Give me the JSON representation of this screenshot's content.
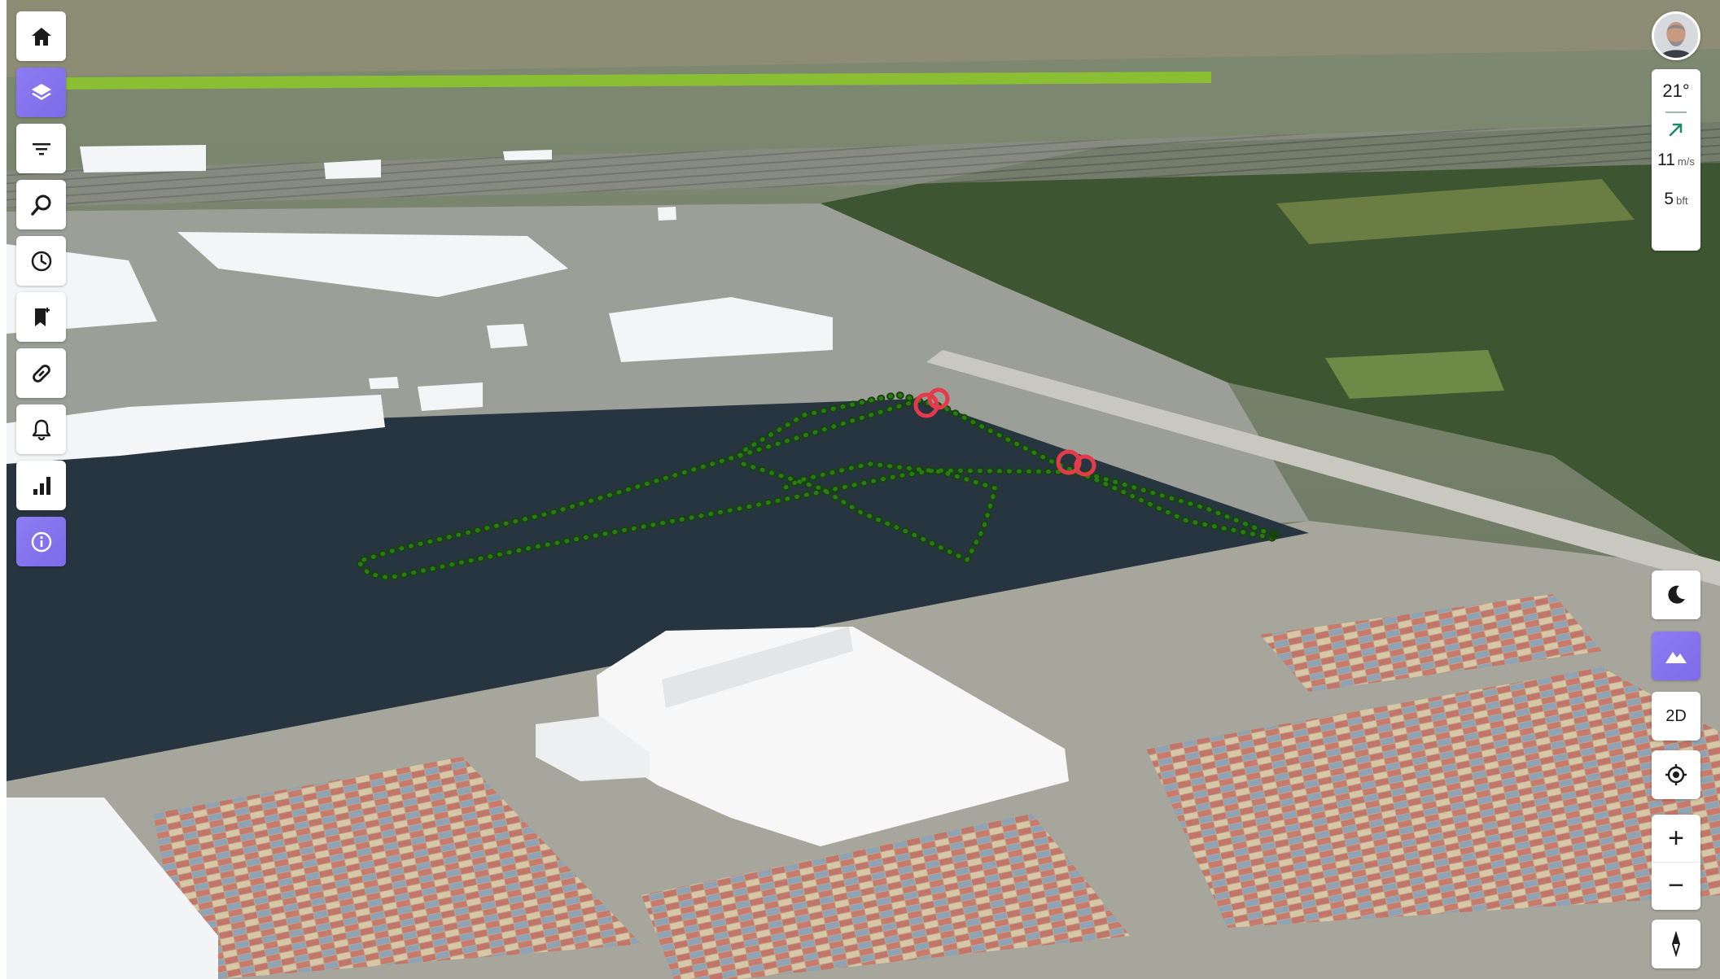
{
  "app": {
    "accent_color": "#8273ee",
    "track_color": "#2b7a18",
    "alert_color": "#e43a4a",
    "water_color": "#263540"
  },
  "toolbar": {
    "items": [
      {
        "name": "home",
        "icon": "home-icon",
        "active": false
      },
      {
        "name": "layers",
        "icon": "layers-icon",
        "active": true
      },
      {
        "name": "filter",
        "icon": "filter-icon",
        "active": false
      },
      {
        "name": "search",
        "icon": "search-icon",
        "active": false
      },
      {
        "name": "history",
        "icon": "clock-icon",
        "active": false
      },
      {
        "name": "bookmarks",
        "icon": "bookmark-add-icon",
        "active": false
      },
      {
        "name": "link",
        "icon": "link-icon",
        "active": false
      },
      {
        "name": "alerts",
        "icon": "bell-icon",
        "active": false
      },
      {
        "name": "statistics",
        "icon": "bar-chart-icon",
        "active": false
      },
      {
        "name": "info",
        "icon": "info-icon",
        "active": true
      }
    ]
  },
  "weather": {
    "temperature": "21°",
    "wind_direction_icon": "arrow-up-right-icon",
    "wind_speed": "11",
    "wind_speed_unit": "m/s",
    "beaufort": "5",
    "beaufort_unit": "bft"
  },
  "map_controls": {
    "dark_mode_icon": "moon-icon",
    "terrain_icon": "mountain-icon",
    "terrain_active": true,
    "view_mode_label": "2D",
    "locate_icon": "crosshair-icon",
    "zoom_in_label": "+",
    "zoom_out_label": "−",
    "compass_icon": "compass-icon"
  }
}
